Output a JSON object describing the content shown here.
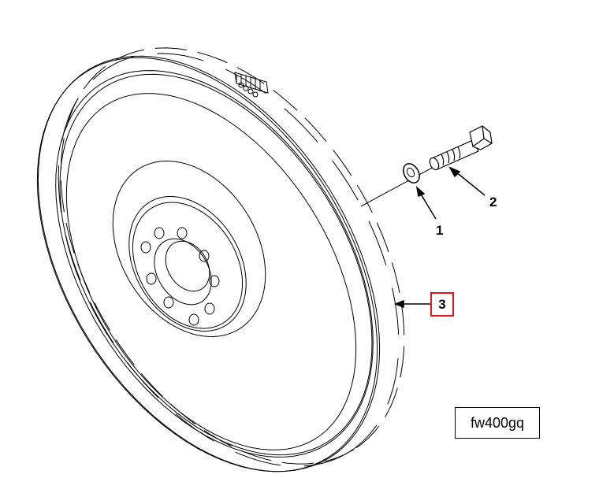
{
  "callouts": [
    {
      "number": "1",
      "part": "washer"
    },
    {
      "number": "2",
      "part": "bolt"
    },
    {
      "number": "3",
      "part": "flywheel",
      "highlighted": true,
      "highlight_color": "#e0141e"
    }
  ],
  "figure_code": "fw400gq"
}
